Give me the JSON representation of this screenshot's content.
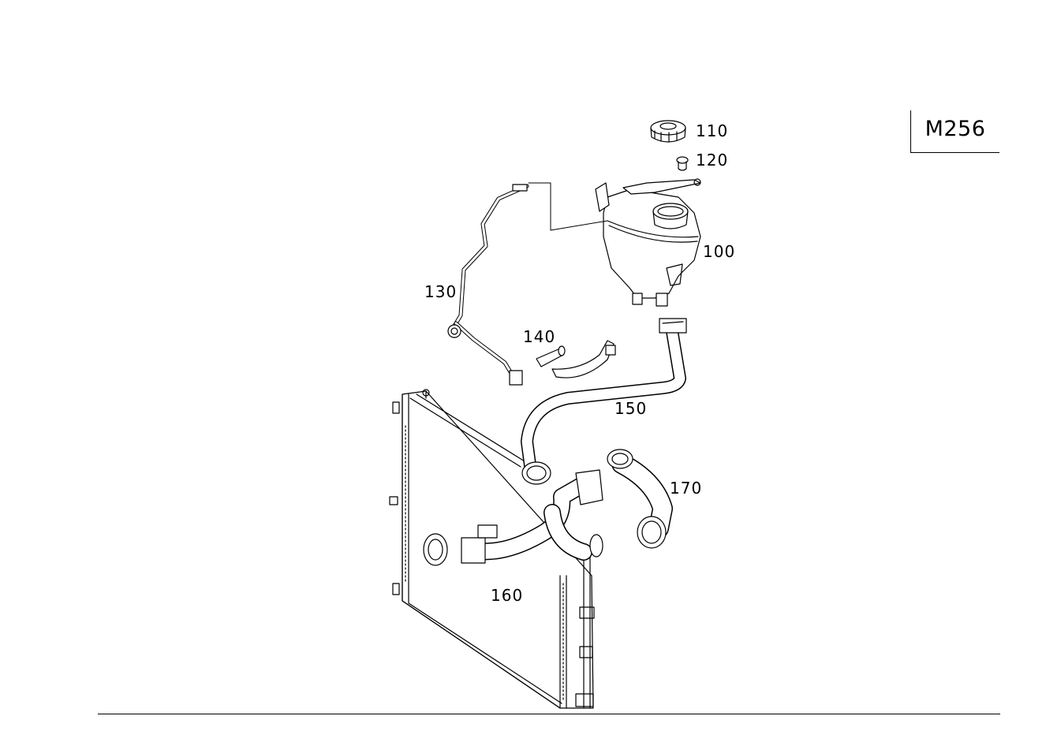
{
  "diagram": {
    "engine_code": "M256",
    "callouts": [
      {
        "id": "100",
        "text": "100"
      },
      {
        "id": "110",
        "text": "110"
      },
      {
        "id": "120",
        "text": "120"
      },
      {
        "id": "130",
        "text": "130"
      },
      {
        "id": "140",
        "text": "140"
      },
      {
        "id": "150",
        "text": "150"
      },
      {
        "id": "160",
        "text": "160"
      },
      {
        "id": "170",
        "text": "170"
      }
    ],
    "line_color": "#000000",
    "fill_color": "#ffffff"
  }
}
